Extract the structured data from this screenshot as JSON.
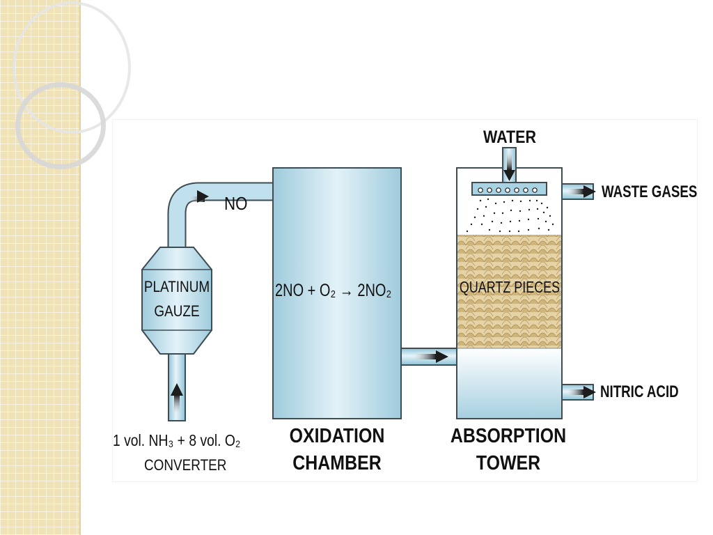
{
  "diagram": {
    "converter": {
      "catalyst_line1": "PLATINUM",
      "catalyst_line2": "GAUZE",
      "feed": "1 vol. NH₃ + 8 vol. O₂",
      "name": "CONVERTER",
      "outlet_gas": "NO"
    },
    "oxidation_chamber": {
      "reaction": "2NO + O₂ → 2NO₂",
      "name_line1": "OXIDATION",
      "name_line2": "CHAMBER"
    },
    "absorption_tower": {
      "water_inlet": "WATER",
      "packing": "QUARTZ PIECES",
      "waste_outlet": "WASTE GASES",
      "product_outlet": "NITRIC ACID",
      "name_line1": "ABSORPTION",
      "name_line2": "TOWER"
    }
  },
  "colors": {
    "vessel_fill": "#a9d3e3",
    "vessel_highlight": "#e6f4fa",
    "outline": "#3d4b52",
    "packing": "#d8c08a",
    "arrow": "#1c1c1c",
    "slide_strip": "#efe2b6"
  }
}
